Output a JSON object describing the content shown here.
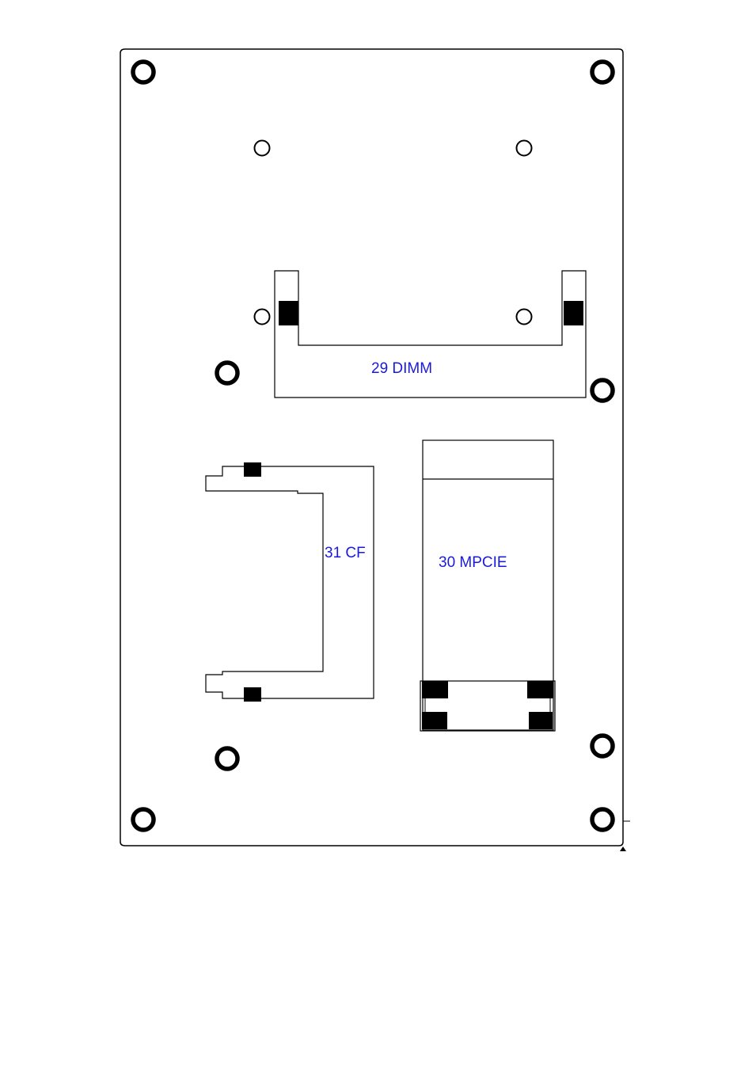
{
  "colors": {
    "outline": "#000000",
    "label": "#1a1adc",
    "background": "#ffffff"
  },
  "labels": {
    "dimm": "29 DIMM",
    "mpcie": "30 MPCIE",
    "cf": "31 CF"
  }
}
